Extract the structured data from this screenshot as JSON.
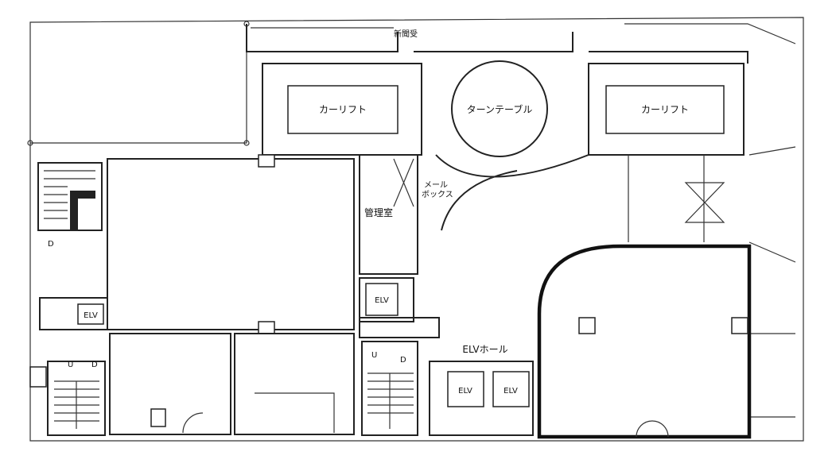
{
  "plan": {
    "labels": {
      "newspaper_box": "新聞受",
      "car_lift_left": "カーリフト",
      "car_lift_right": "カーリフト",
      "turntable": "ターンテーブル",
      "mailbox_line1": "メール",
      "mailbox_line2": "ボックス",
      "management_room": "管理室",
      "elv_hall": "ELVホール",
      "elv_left": "ELV",
      "elv_center": "ELV",
      "elv_hall_1": "ELV",
      "elv_hall_2": "ELV",
      "stair_top_left_d": "D",
      "stair_bottom_left_u": "U",
      "stair_bottom_left_d": "D",
      "stair_center_u": "U",
      "stair_center_d": "D"
    }
  }
}
